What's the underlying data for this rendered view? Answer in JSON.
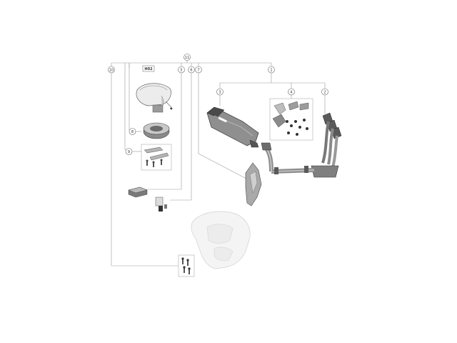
{
  "callouts": {
    "c1": "1",
    "c2": "2",
    "c3": "3",
    "c4": "4",
    "c5": "5",
    "c6": "6",
    "c7": "7",
    "c8": "8",
    "c9": "9",
    "c10": "10",
    "c11": "11"
  },
  "seat_cowl_label": "H02",
  "colors": {
    "line": "#9a9a9a",
    "part_dark": "#444444",
    "part_mid": "#7a7a7a",
    "part_light": "#cfcfcf",
    "ghost": "#e6e6e6"
  }
}
